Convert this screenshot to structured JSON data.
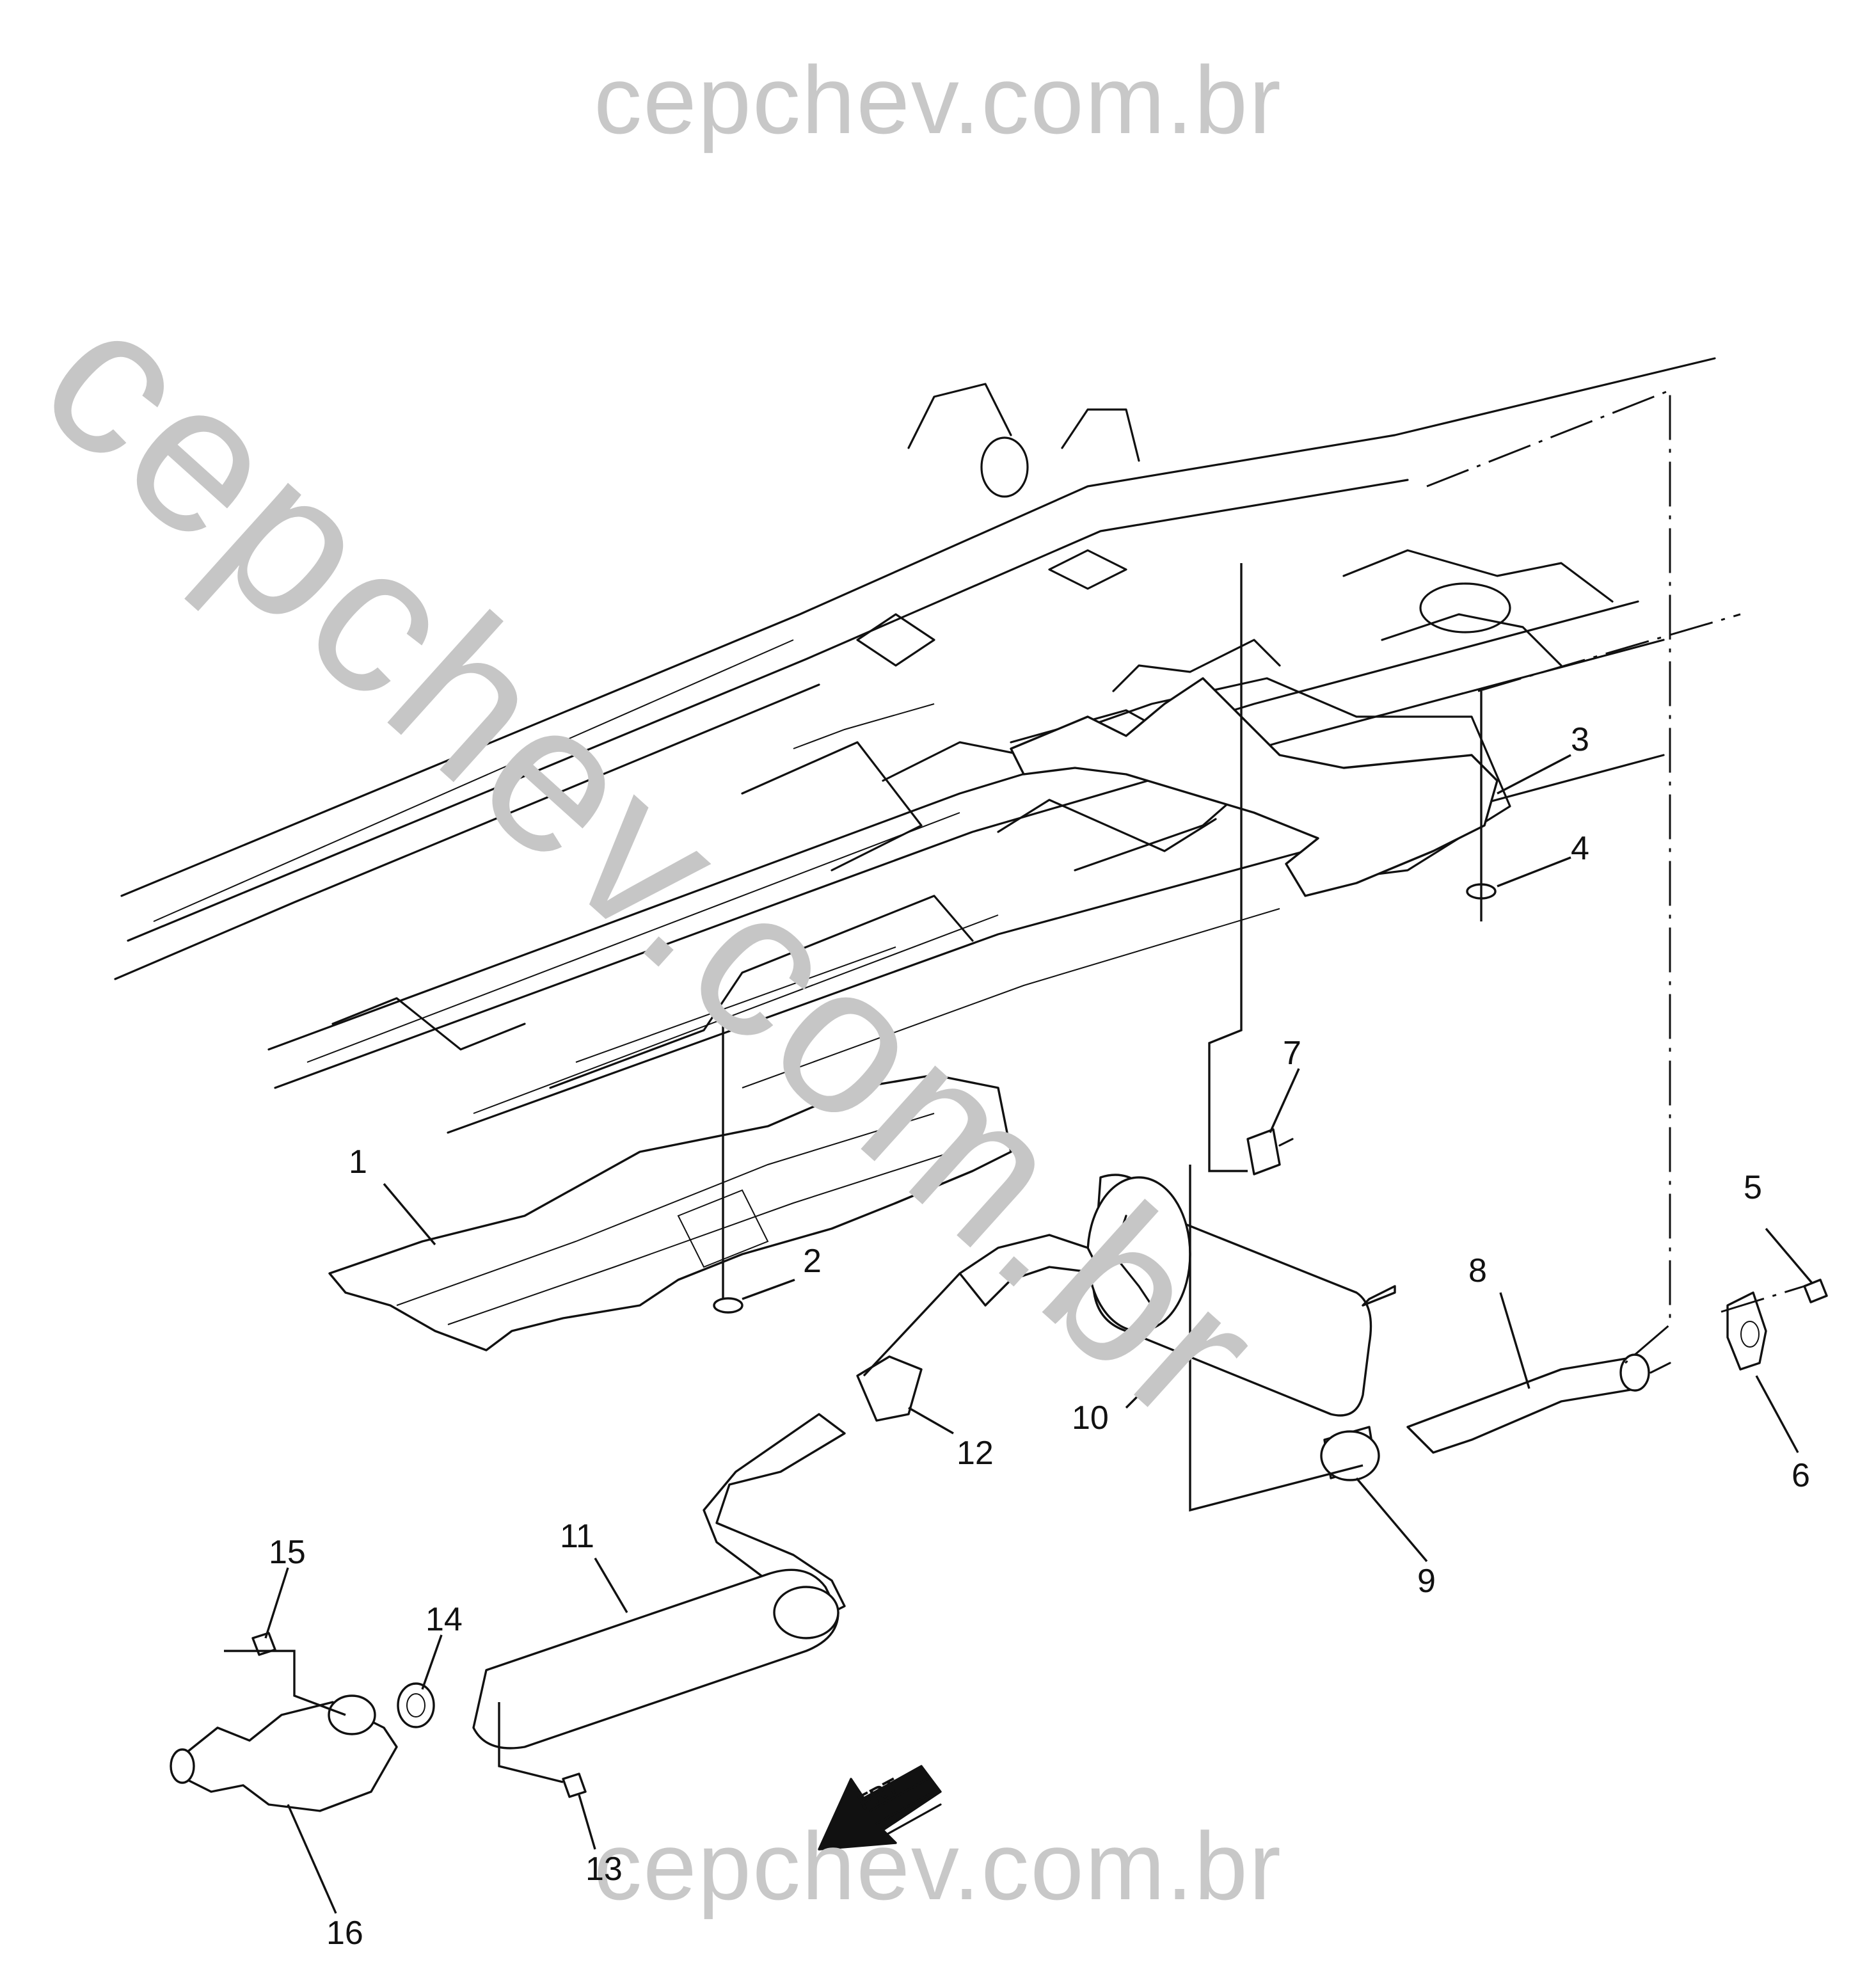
{
  "watermark": {
    "top": "cepchev.com.br",
    "diagonal": "cepchev.com.br",
    "bottom": "cepchev.com.br"
  },
  "callouts": [
    "1",
    "2",
    "3",
    "4",
    "5",
    "6",
    "7",
    "8",
    "9",
    "10",
    "11",
    "12",
    "13",
    "14",
    "15",
    "16"
  ],
  "front_arrow_label": "FRT"
}
